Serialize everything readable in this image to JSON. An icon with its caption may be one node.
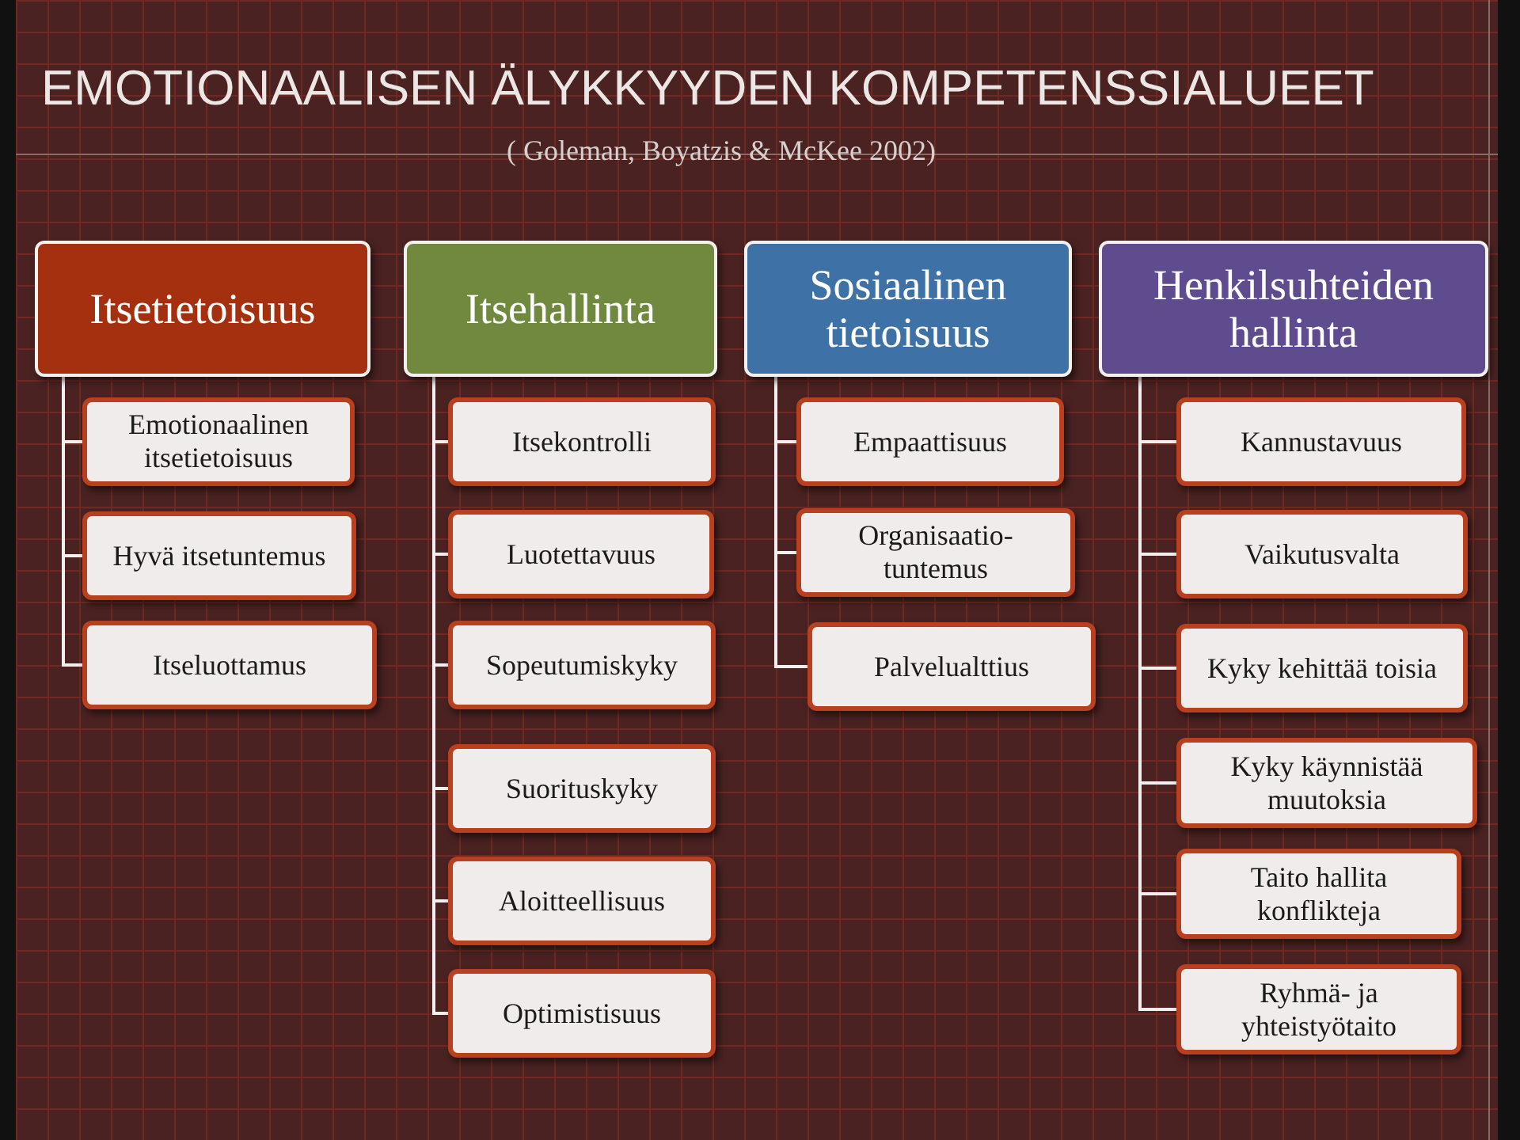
{
  "diagram": {
    "title": "EMOTIONAALISEN ÄLYKKYYDEN KOMPETENSSIALUEET",
    "nodes": [
      {
        "text": [
          "Itsetietoisuus"
        ]
      },
      {
        "text": [
          "Itsehallinta"
        ]
      },
      {
        "text": [
          "Sosiaalinen tietoisuus"
        ]
      },
      {
        "text": [
          "Henkilsuhteiden hallinta"
        ]
      },
      {
        "text": [
          "Emotionaalinen itsetietoisuus"
        ]
      },
      {
        "text": [
          "Hyvä itsetuntemus"
        ]
      },
      {
        "text": [
          "Itseluottamus"
        ]
      },
      {
        "text": [
          "Itsekontrolli"
        ]
      },
      {
        "text": [
          "Luotettavuus"
        ]
      },
      {
        "text": [
          "Sopeutumiskyky"
        ]
      },
      {
        "text": [
          "Suorituskyky"
        ]
      },
      {
        "text": [
          "Aloitteellisuus"
        ]
      },
      {
        "text": [
          "Optimistisuus"
        ]
      },
      {
        "text": [
          "Empaattisuus"
        ]
      },
      {
        "text": [
          "Organisaatio-tuntemus"
        ]
      },
      {
        "text": [
          "Palvelualttius"
        ]
      },
      {
        "text": [
          "Kannustavuus"
        ]
      },
      {
        "text": [
          "Vaikutusvalta"
        ]
      },
      {
        "text": [
          "Kyky kehittää toisia"
        ]
      },
      {
        "text": [
          "Kyky käynnistää muutoksia"
        ]
      },
      {
        "text": [
          "Taito hallita konflikteja"
        ]
      },
      {
        "text": [
          "Ryhmä- ja yhteistyötaito"
        ]
      }
    ],
    "edges": [
      {
        "from": 0,
        "to": 4,
        "arrow": "none"
      },
      {
        "from": 0,
        "to": 5,
        "arrow": "none"
      },
      {
        "from": 0,
        "to": 6,
        "arrow": "none"
      },
      {
        "from": 1,
        "to": 7,
        "arrow": "none"
      },
      {
        "from": 1,
        "to": 8,
        "arrow": "none"
      },
      {
        "from": 1,
        "to": 9,
        "arrow": "none"
      },
      {
        "from": 1,
        "to": 10,
        "arrow": "none"
      },
      {
        "from": 1,
        "to": 11,
        "arrow": "none"
      },
      {
        "from": 1,
        "to": 12,
        "arrow": "none"
      },
      {
        "from": 2,
        "to": 13,
        "arrow": "none"
      },
      {
        "from": 2,
        "to": 14,
        "arrow": "none"
      },
      {
        "from": 2,
        "to": 15,
        "arrow": "none"
      },
      {
        "from": 3,
        "to": 16,
        "arrow": "none"
      },
      {
        "from": 3,
        "to": 17,
        "arrow": "none"
      },
      {
        "from": 3,
        "to": 18,
        "arrow": "none"
      },
      {
        "from": 3,
        "to": 19,
        "arrow": "none"
      },
      {
        "from": 3,
        "to": 20,
        "arrow": "none"
      },
      {
        "from": 3,
        "to": 21,
        "arrow": "none"
      }
    ],
    "labels": [
      "( Goleman, Boyatzis & McKee 2002)"
    ]
  }
}
